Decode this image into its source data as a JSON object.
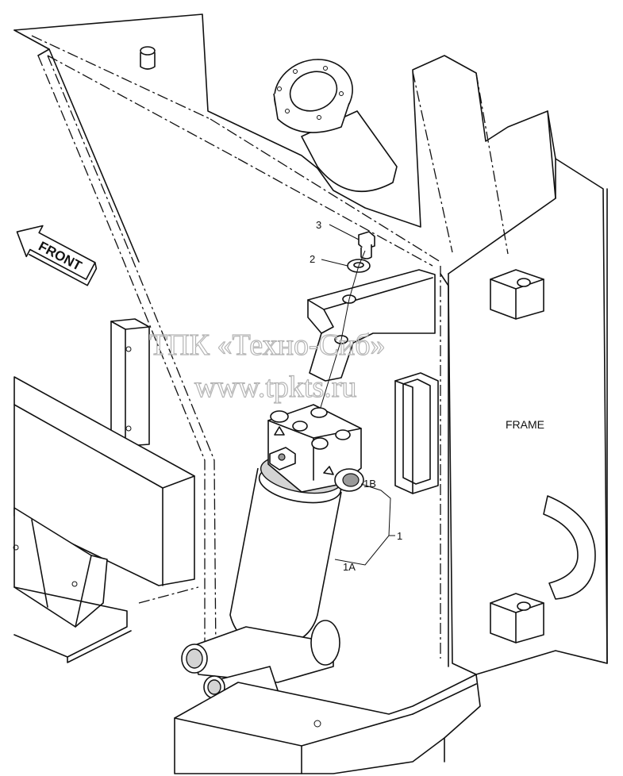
{
  "watermark": {
    "line1": "ТПК «Техно-Сиб»",
    "line2": "www.tpkts.ru"
  },
  "labels": {
    "front": "FRONT",
    "frame": "FRAME",
    "callout_3": "3",
    "callout_2": "2",
    "callout_1": "1",
    "callout_1a": "1A",
    "callout_1b": "1B"
  }
}
